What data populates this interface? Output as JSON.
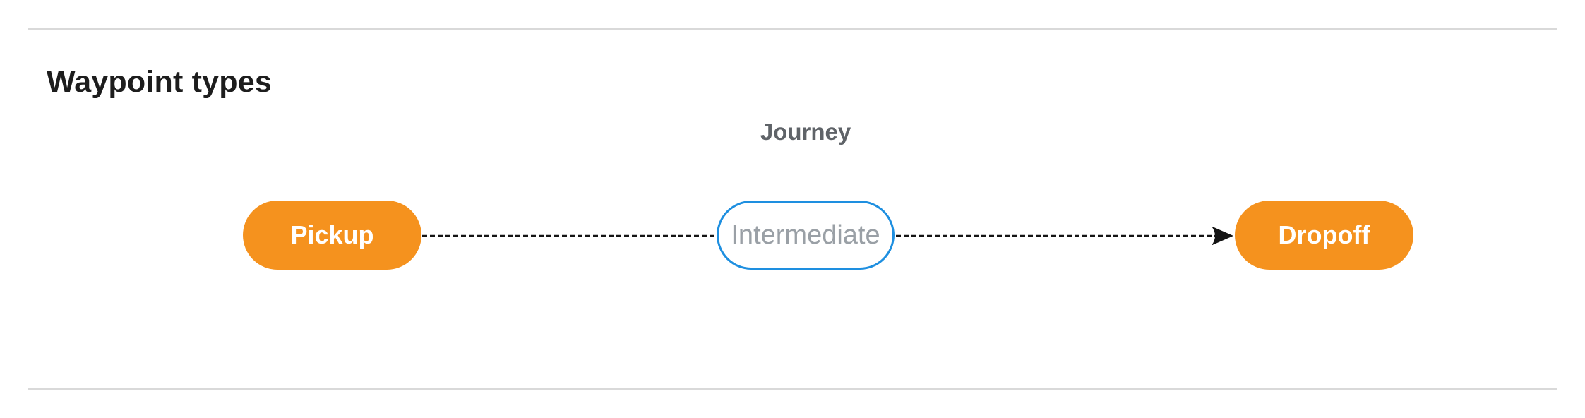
{
  "section": {
    "title": "Waypoint types"
  },
  "diagram": {
    "title": "Journey",
    "nodes": [
      {
        "label": "Pickup",
        "kind": "terminal"
      },
      {
        "label": "Intermediate",
        "kind": "intermediate"
      },
      {
        "label": "Dropoff",
        "kind": "terminal"
      }
    ],
    "connector_style": "dashed-arrow",
    "colors": {
      "terminal_fill": "#F5921E",
      "terminal_text": "#FFFFFF",
      "intermediate_border": "#1E8FE0",
      "intermediate_text": "#9AA0A6",
      "connector": "#141414",
      "divider": "#D9D9D9",
      "heading_text": "#1D1D1D",
      "journey_text": "#5F6368"
    }
  }
}
